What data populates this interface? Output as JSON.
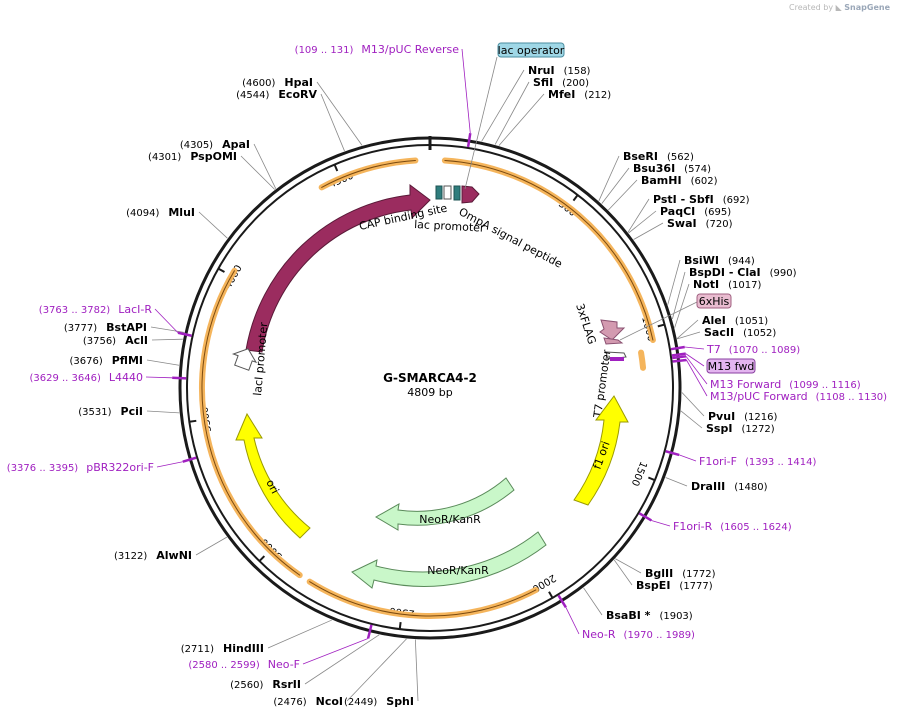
{
  "credit": {
    "prefix": "Created by",
    "brand": "SnapGene"
  },
  "plasmid": {
    "name": "G-SMARCA4-2",
    "size": "4809 bp",
    "length": 4809
  },
  "ticks": [
    {
      "label": "500",
      "bp": 500
    },
    {
      "label": "1000",
      "bp": 1000
    },
    {
      "label": "1500",
      "bp": 1500
    },
    {
      "label": "2000",
      "bp": 2000
    },
    {
      "label": "2500",
      "bp": 2500
    },
    {
      "label": "3000",
      "bp": 3000
    },
    {
      "label": "3500",
      "bp": 3500
    },
    {
      "label": "4000",
      "bp": 4000
    },
    {
      "label": "4500",
      "bp": 4500
    }
  ],
  "sites": [
    {
      "name": "NruI",
      "pos": "(158)",
      "bp": 158
    },
    {
      "name": "SfiI",
      "pos": "(200)",
      "bp": 200
    },
    {
      "name": "MfeI",
      "pos": "(212)",
      "bp": 212
    },
    {
      "name": "BseRI",
      "pos": "(562)",
      "bp": 562
    },
    {
      "name": "Bsu36I",
      "pos": "(574)",
      "bp": 574
    },
    {
      "name": "BamHI",
      "pos": "(602)",
      "bp": 602
    },
    {
      "name": "PstI",
      "extra": "SbfI",
      "pos": "(692)",
      "bp": 692
    },
    {
      "name": "PaqCI",
      "pos": "(695)",
      "bp": 695
    },
    {
      "name": "SwaI",
      "pos": "(720)",
      "bp": 720
    },
    {
      "name": "BsiWI",
      "pos": "(944)",
      "bp": 944
    },
    {
      "name": "BspDI",
      "extra": "ClaI",
      "pos": "(990)",
      "bp": 990
    },
    {
      "name": "NotI",
      "pos": "(1017)",
      "bp": 1017
    },
    {
      "name": "AleI",
      "pos": "(1051)",
      "bp": 1051
    },
    {
      "name": "SacII",
      "pos": "(1052)",
      "bp": 1052
    },
    {
      "name": "PvuI",
      "pos": "(1216)",
      "bp": 1216
    },
    {
      "name": "SspI",
      "pos": "(1272)",
      "bp": 1272
    },
    {
      "name": "DraIII",
      "pos": "(1480)",
      "bp": 1480
    },
    {
      "name": "BglII",
      "pos": "(1772)",
      "bp": 1772
    },
    {
      "name": "BspEI",
      "pos": "(1777)",
      "bp": 1777
    },
    {
      "name": "BsaBI",
      "extra": "*",
      "pos": "(1903)",
      "bp": 1903
    },
    {
      "name": "SphI",
      "pos": "(2449)",
      "bp": 2449
    },
    {
      "name": "NcoI",
      "pos": "(2476)",
      "bp": 2476
    },
    {
      "name": "RsrII",
      "pos": "(2560)",
      "bp": 2560
    },
    {
      "name": "HindIII",
      "pos": "(2711)",
      "bp": 2711
    },
    {
      "name": "AlwNI",
      "pos": "(3122)",
      "bp": 3122
    },
    {
      "name": "PciI",
      "pos": "(3531)",
      "bp": 3531
    },
    {
      "name": "PflMI",
      "pos": "(3676)",
      "bp": 3676
    },
    {
      "name": "AclI",
      "pos": "(3756)",
      "bp": 3756
    },
    {
      "name": "BstAPI",
      "pos": "(3777)",
      "bp": 3777
    },
    {
      "name": "MluI",
      "pos": "(4094)",
      "bp": 4094
    },
    {
      "name": "PspOMI",
      "pos": "(4301)",
      "bp": 4301
    },
    {
      "name": "ApaI",
      "pos": "(4305)",
      "bp": 4305
    },
    {
      "name": "EcoRV",
      "pos": "(4544)",
      "bp": 4544
    },
    {
      "name": "HpaI",
      "pos": "(4600)",
      "bp": 4600
    }
  ],
  "primers": [
    {
      "name": "M13/pUC Reverse",
      "range": "(109 .. 131)",
      "bp": 120
    },
    {
      "name": "T7",
      "range": "(1070 .. 1089)",
      "bp": 1080
    },
    {
      "name": "M13 fwd",
      "range": "",
      "bp": 1100
    },
    {
      "name": "M13 Forward",
      "range": "(1099 .. 1116)",
      "bp": 1108
    },
    {
      "name": "M13/pUC Forward",
      "range": "(1108 .. 1130)",
      "bp": 1119
    },
    {
      "name": "F1ori-F",
      "range": "(1393 .. 1414)",
      "bp": 1403
    },
    {
      "name": "F1ori-R",
      "range": "(1605 .. 1624)",
      "bp": 1615
    },
    {
      "name": "Neo-R",
      "range": "(1970 .. 1989)",
      "bp": 1980
    },
    {
      "name": "Neo-F",
      "range": "(2580 .. 2599)",
      "bp": 2590
    },
    {
      "name": "pBR322ori-F",
      "range": "(3376 .. 3395)",
      "bp": 3385
    },
    {
      "name": "L4440",
      "range": "(3629 .. 3646)",
      "bp": 3637
    },
    {
      "name": "LacI-R",
      "range": "(3763 .. 3782)",
      "bp": 3772
    }
  ],
  "features": {
    "lacI": "lacI",
    "lacI_promoter": "lacI promoter",
    "cap": "CAP binding site",
    "lac_promoter": "lac promoter",
    "ompa": "OmpA signal peptide",
    "lac_operator": "lac operator",
    "flag": "3xFLAG",
    "his": "6xHis",
    "t7_promoter": "T7 promoter",
    "f1ori": "f1 ori",
    "neo1": "NeoR/KanR",
    "neo2": "NeoR/KanR",
    "ori": "ori"
  },
  "colors": {
    "backbone": "#1a1a1a",
    "orf_maroon": "#9b2c5f",
    "orange_orf": "#f5b55c",
    "yellow": "#ffff00",
    "green": "#c9f7c9",
    "primer": "#a020c0",
    "lac_operator_box": "#9fd7e6",
    "his_box": "#e9bcd0",
    "primer_box": "#e3b5ef"
  }
}
